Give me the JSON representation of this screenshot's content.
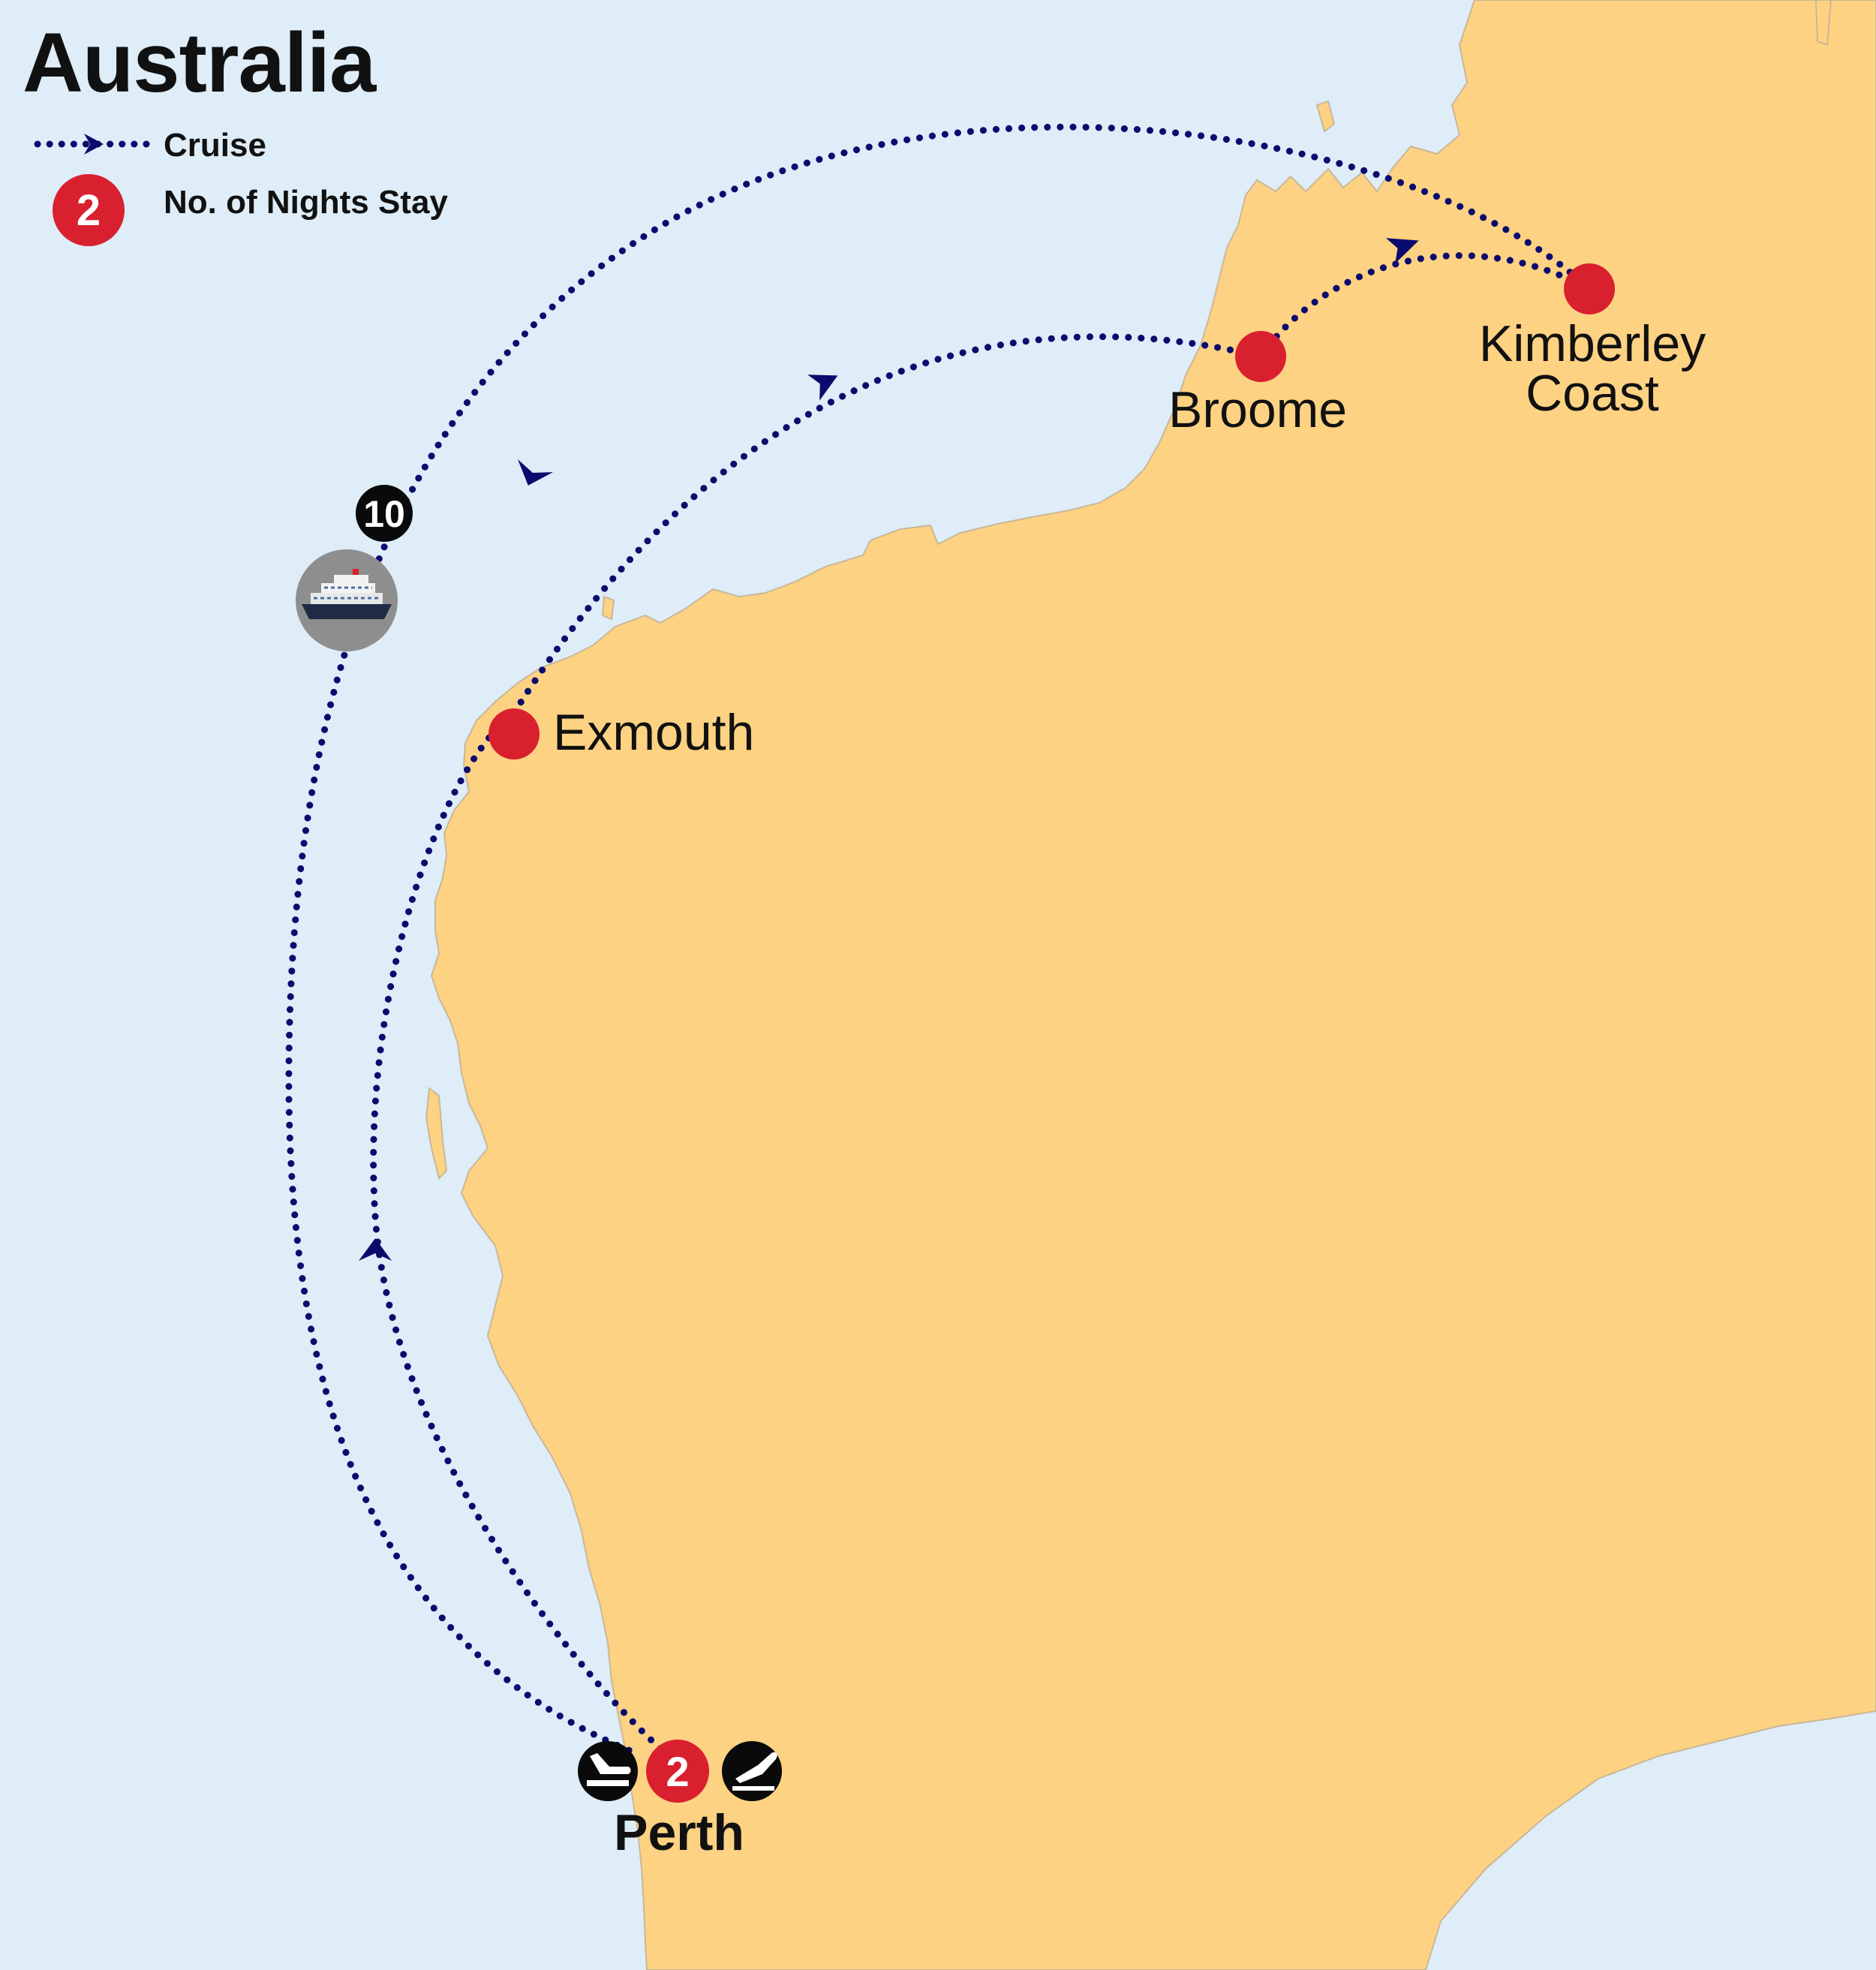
{
  "title": "Australia",
  "legend": {
    "cruise_label": "Cruise",
    "nights_label": "No. of Nights Stay",
    "nights_example": "2"
  },
  "colors": {
    "sea": "#deedf7",
    "land": "#fdd282",
    "route": "#0b0b6e",
    "stop": "#d9202e",
    "ship_circle": "#8e8e8e",
    "black_badge": "#0a0a0a"
  },
  "stops": {
    "broome": {
      "label": "Broome"
    },
    "kimberley": {
      "label_line1": "Kimberley",
      "label_line2": "Coast"
    },
    "exmouth": {
      "label": "Exmouth"
    },
    "perth": {
      "label": "Perth",
      "nights": "2"
    }
  },
  "cruise": {
    "nights": "10",
    "icon": "cruise-ship-icon"
  },
  "icons": {
    "departure": "airplane-departure-icon",
    "arrival": "airplane-arrival-icon"
  }
}
